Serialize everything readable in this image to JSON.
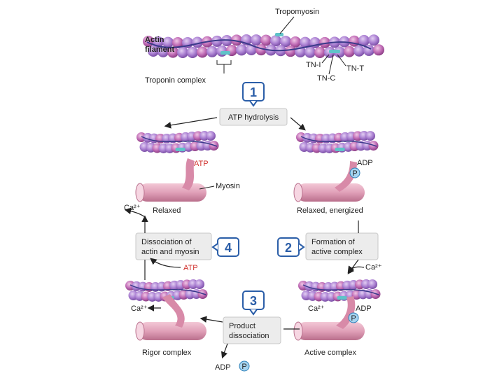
{
  "top": {
    "tropomyosin": "Tropomyosin",
    "actin_filament_line1": "Actin",
    "actin_filament_line2": "filament",
    "troponin_complex": "Troponin complex",
    "tn_i": "TN-I",
    "tn_t": "TN-T",
    "tn_c": "TN-C"
  },
  "steps": [
    {
      "number": "1",
      "lines": [
        "ATP hydrolysis"
      ]
    },
    {
      "number": "2",
      "lines": [
        "Formation of",
        "active complex"
      ]
    },
    {
      "number": "3",
      "lines": [
        "Product",
        "dissociation"
      ]
    },
    {
      "number": "4",
      "lines": [
        "Dissociation of",
        "actin and myosin"
      ]
    }
  ],
  "states": {
    "relaxed": "Relaxed",
    "relaxed_energized": "Relaxed, energized",
    "active_complex": "Active complex",
    "rigor_complex": "Rigor complex"
  },
  "labels": {
    "myosin": "Myosin",
    "atp": "ATP",
    "adp": "ADP",
    "p": "P",
    "ca": "Ca²⁺",
    "atp_red": "ATP"
  },
  "colors": {
    "actin": "#b38ad6",
    "actin_dark": "#8e5fb8",
    "myosin": "#e6a9bd",
    "myosin_dark": "#c77c98",
    "step_border": "#2b5ea8",
    "box_fill": "#ececec"
  }
}
